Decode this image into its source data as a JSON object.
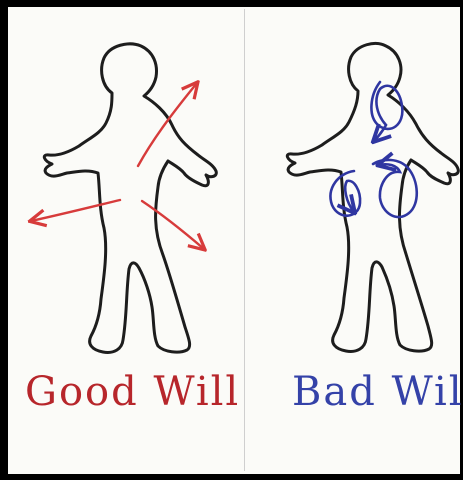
{
  "panels": [
    {
      "caption": "Good Will",
      "caption_color": "#b7262b",
      "arrow_color": "#d73b3b",
      "arrows": "outward-straight"
    },
    {
      "caption": "Bad Will",
      "caption_color": "#3442a8",
      "arrow_color": "#2f36a1",
      "arrows": "inward-looping"
    }
  ],
  "colors": {
    "background": "#fbfbf8",
    "outline": "#1d1d1d",
    "divider": "#cfcfcf"
  }
}
